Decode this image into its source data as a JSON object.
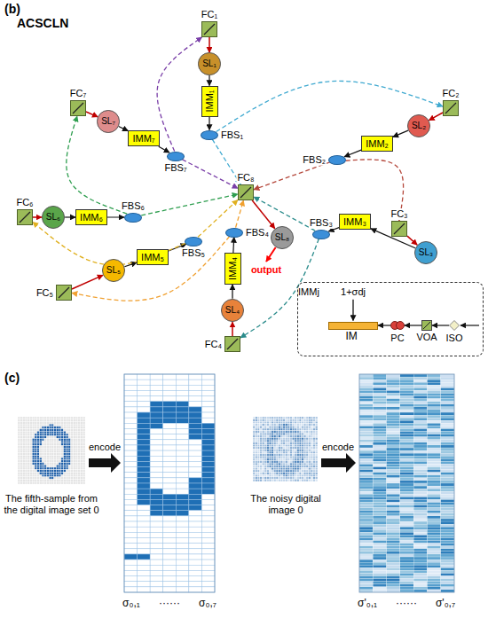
{
  "diagram": {
    "nodes": [
      {
        "text": [
          "FC₁"
        ]
      },
      {
        "text": [
          "FC₂"
        ]
      },
      {
        "text": [
          "FC₃"
        ]
      },
      {
        "text": [
          "FC₄"
        ]
      },
      {
        "text": [
          "FC₅"
        ]
      },
      {
        "text": [
          "FC₆"
        ]
      },
      {
        "text": [
          "FC₇"
        ]
      },
      {
        "text": [
          "FC₈"
        ]
      },
      {
        "text": [
          "SL₁"
        ]
      },
      {
        "text": [
          "SL₂"
        ]
      },
      {
        "text": [
          "SL₃"
        ]
      },
      {
        "text": [
          "SL₄"
        ]
      },
      {
        "text": [
          "SL₅"
        ]
      },
      {
        "text": [
          "SL₆"
        ]
      },
      {
        "text": [
          "SL₇"
        ]
      },
      {
        "text": [
          "SL₈"
        ]
      },
      {
        "text": [
          "IMM₁"
        ]
      },
      {
        "text": [
          "IMM₂"
        ]
      },
      {
        "text": [
          "IMM₃"
        ]
      },
      {
        "text": [
          "IMM₄"
        ]
      },
      {
        "text": [
          "IMM₅"
        ]
      },
      {
        "text": [
          "IMM₆"
        ]
      },
      {
        "text": [
          "IMM₇"
        ]
      },
      {
        "text": [
          "FBS₁"
        ]
      },
      {
        "text": [
          "FBS₂"
        ]
      },
      {
        "text": [
          "FBS₃"
        ]
      },
      {
        "text": [
          "FBS₄"
        ]
      },
      {
        "text": [
          "FBS₅"
        ]
      },
      {
        "text": [
          "FBS₆"
        ]
      },
      {
        "text": [
          "FBS₇"
        ]
      },
      {
        "text": [
          "IMMj"
        ]
      },
      {
        "text": [
          "IM"
        ],
        "in": 30
      },
      {
        "text": [
          "PC"
        ],
        "in": 30
      },
      {
        "text": [
          "VOA"
        ],
        "in": 30
      },
      {
        "text": [
          "ISO"
        ],
        "in": 30
      }
    ],
    "edges": [
      {
        "from": 0,
        "to": 8,
        "arrow": "to"
      },
      {
        "from": 8,
        "to": 16,
        "arrow": "to"
      },
      {
        "from": 16,
        "to": 23,
        "arrow": "to"
      },
      {
        "from": 23,
        "to": 7,
        "arrow": "to"
      },
      {
        "from": 23,
        "to": 1,
        "arrow": "to"
      },
      {
        "from": 1,
        "to": 9,
        "arrow": "to"
      },
      {
        "from": 9,
        "to": 17,
        "arrow": "to"
      },
      {
        "from": 17,
        "to": 24,
        "arrow": "to"
      },
      {
        "from": 24,
        "to": 7,
        "arrow": "to"
      },
      {
        "from": 24,
        "to": 2,
        "arrow": "to"
      },
      {
        "from": 2,
        "to": 10,
        "arrow": "to"
      },
      {
        "from": 10,
        "to": 18,
        "arrow": "to"
      },
      {
        "from": 18,
        "to": 25,
        "arrow": "to"
      },
      {
        "from": 25,
        "to": 7,
        "arrow": "to"
      },
      {
        "from": 25,
        "to": 3,
        "arrow": "to"
      },
      {
        "from": 3,
        "to": 11,
        "arrow": "to"
      },
      {
        "from": 11,
        "to": 19,
        "arrow": "to"
      },
      {
        "from": 19,
        "to": 26,
        "arrow": "to"
      },
      {
        "from": 26,
        "to": 7,
        "arrow": "to"
      },
      {
        "from": 26,
        "to": 4,
        "arrow": "to"
      },
      {
        "from": 4,
        "to": 12,
        "arrow": "to"
      },
      {
        "from": 12,
        "to": 20,
        "arrow": "to"
      },
      {
        "from": 20,
        "to": 27,
        "arrow": "to"
      },
      {
        "from": 27,
        "to": 7,
        "arrow": "to"
      },
      {
        "from": 27,
        "to": 5,
        "arrow": "to"
      },
      {
        "from": 5,
        "to": 13,
        "arrow": "to"
      },
      {
        "from": 13,
        "to": 21,
        "arrow": "to"
      },
      {
        "from": 21,
        "to": 28,
        "arrow": "to"
      },
      {
        "from": 28,
        "to": 7,
        "arrow": "to"
      },
      {
        "from": 28,
        "to": 6,
        "arrow": "to"
      },
      {
        "from": 6,
        "to": 14,
        "arrow": "to"
      },
      {
        "from": 14,
        "to": 22,
        "arrow": "to"
      },
      {
        "from": 22,
        "to": 29,
        "arrow": "to"
      },
      {
        "from": 29,
        "to": 7,
        "arrow": "to"
      },
      {
        "from": 29,
        "to": 0,
        "arrow": "to"
      },
      {
        "from": 7,
        "to": 15,
        "arrow": "to"
      },
      {
        "from": 34,
        "to": 33,
        "arrow": "to"
      },
      {
        "from": 33,
        "to": 32,
        "arrow": "to"
      },
      {
        "from": 32,
        "to": 31,
        "arrow": "to"
      }
    ],
    "labels": [
      "(b)",
      "ACSCLN",
      "output",
      "1+σdj",
      "(c)",
      "encode",
      "The fifth-sample from the digital image set 0",
      "σ₀,₁",
      "······",
      "σ₀,₇",
      "encode",
      "The noisy digital image 0",
      "σ'₀,₁",
      "······",
      "σ'₀,₇"
    ]
  }
}
